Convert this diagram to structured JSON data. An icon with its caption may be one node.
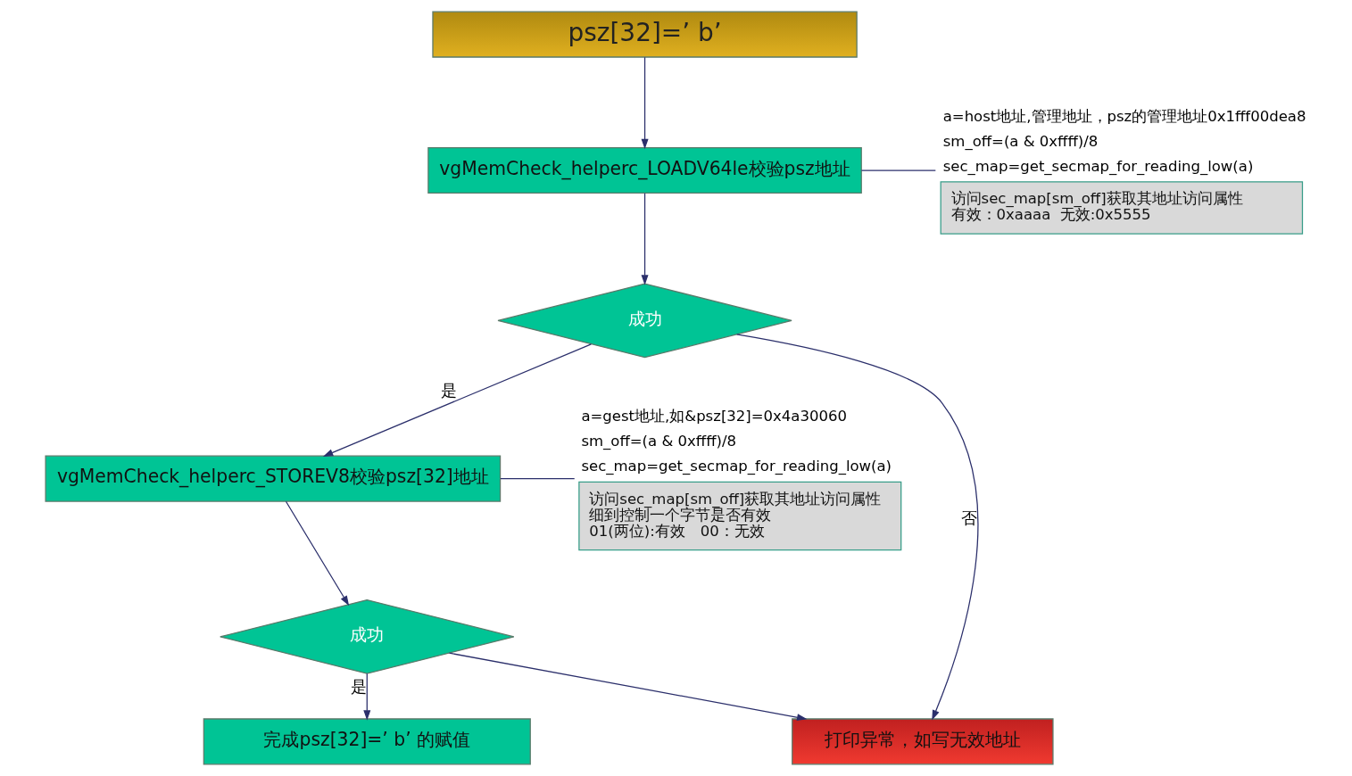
{
  "diagram": {
    "nodes": [
      {
        "text": [
          "psz[32]=’ b’"
        ]
      },
      {
        "text": [
          "vgMemCheck_helperc_LOADV64le校验psz地址"
        ]
      },
      {
        "text": [
          "访问sec_map[sm_off]获取其地址访问属性",
          "有效：0xaaaa  无效:0x5555"
        ],
        "beside": [
          "a=host地址,管理地址，psz的管理地址0x1fff00dea8",
          "sm_off=(a & 0xffff)/8",
          "sec_map=get_secmap_for_reading_low(a)"
        ]
      },
      {
        "text": [
          "成功"
        ]
      },
      {
        "text": [
          "vgMemCheck_helperc_STOREV8校验psz[32]地址"
        ]
      },
      {
        "text": [
          "访问sec_map[sm_off]获取其地址访问属性",
          "细到控制一个字节是否有效",
          "01(两位):有效　00：无效"
        ],
        "beside": [
          "a=gest地址,如&psz[32]=0x4a30060",
          "sm_off=(a & 0xffff)/8",
          "sec_map=get_secmap_for_reading_low(a)"
        ]
      },
      {
        "text": [
          "成功"
        ]
      },
      {
        "text": [
          "完成psz[32]=’ b’ 的赋值"
        ]
      },
      {
        "text": [
          "打印异常，如写无效地址"
        ]
      }
    ],
    "edges": [
      {
        "from": 0,
        "to": 1,
        "arrow": "to"
      },
      {
        "from": 1,
        "to": 2,
        "arrow": "none"
      },
      {
        "from": 1,
        "to": 3,
        "arrow": "to"
      },
      {
        "from": 3,
        "to": 4,
        "arrow": "to",
        "label": "是"
      },
      {
        "from": 3,
        "to": 8,
        "arrow": "to",
        "label": "否"
      },
      {
        "from": 4,
        "to": 5,
        "arrow": "none"
      },
      {
        "from": 4,
        "to": 6,
        "arrow": "to"
      },
      {
        "from": 6,
        "to": 7,
        "arrow": "to",
        "label": "是"
      },
      {
        "from": 6,
        "to": 8,
        "arrow": "to"
      }
    ]
  }
}
